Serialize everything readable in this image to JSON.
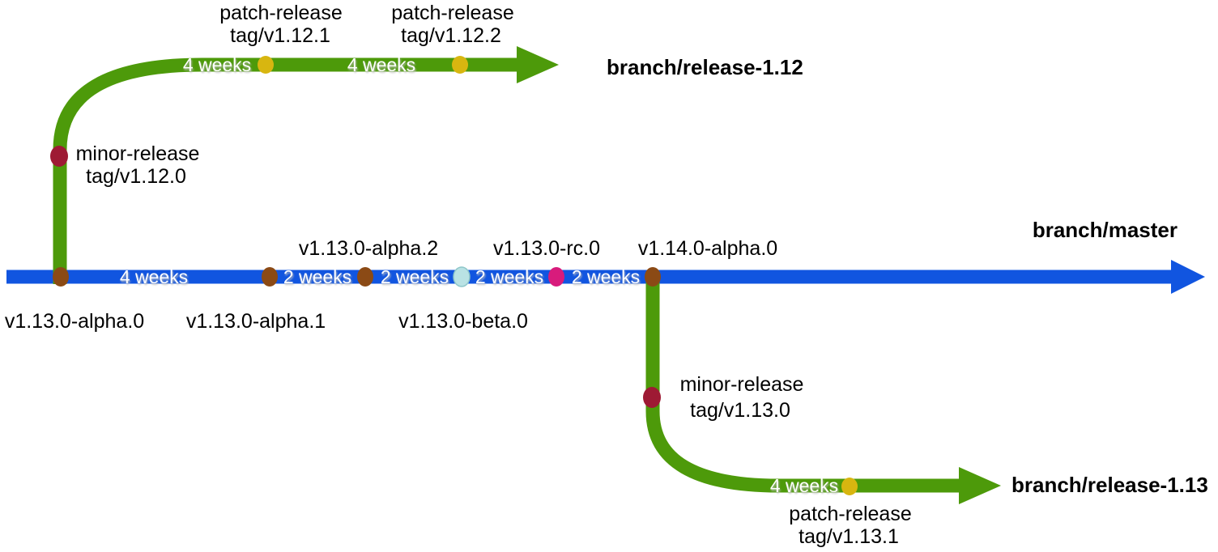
{
  "branches": {
    "release_1_12": {
      "label": "branch/release-1.12",
      "minor_release": {
        "name": "minor-release",
        "tag": "tag/v1.12.0"
      },
      "patch_releases": [
        {
          "name": "patch-release",
          "tag": "tag/v1.12.1"
        },
        {
          "name": "patch-release",
          "tag": "tag/v1.12.2"
        }
      ],
      "intervals": [
        "4 weeks",
        "4 weeks"
      ]
    },
    "master": {
      "label": "branch/master",
      "intervals": [
        "4 weeks",
        "2 weeks",
        "2 weeks",
        "2 weeks",
        "2 weeks"
      ],
      "tags_above": [
        "v1.13.0-alpha.2",
        "v1.13.0-rc.0",
        "v1.14.0-alpha.0"
      ],
      "tags_below": [
        "v1.13.0-alpha.0",
        "v1.13.0-alpha.1",
        "v1.13.0-beta.0"
      ]
    },
    "release_1_13": {
      "label": "branch/release-1.13",
      "minor_release": {
        "name": "minor-release",
        "tag": "tag/v1.13.0"
      },
      "patch_releases": [
        {
          "name": "patch-release",
          "tag": "tag/v1.13.1"
        }
      ],
      "intervals": [
        "4 weeks"
      ]
    }
  },
  "colors": {
    "master_branch": "#1155e0",
    "release_branch": "#4d9a0a",
    "alpha_commit_dot": "#8b4a15",
    "beta_commit_dot": "#b9e2e4",
    "beta_commit_dot_border": "#8fc7ca",
    "rc_commit_dot": "#d81b7c",
    "minor_release_dot": "#9e1a34",
    "patch_release_dot": "#d8b610",
    "interval_text": "#ffffff",
    "label_text": "#000000"
  }
}
